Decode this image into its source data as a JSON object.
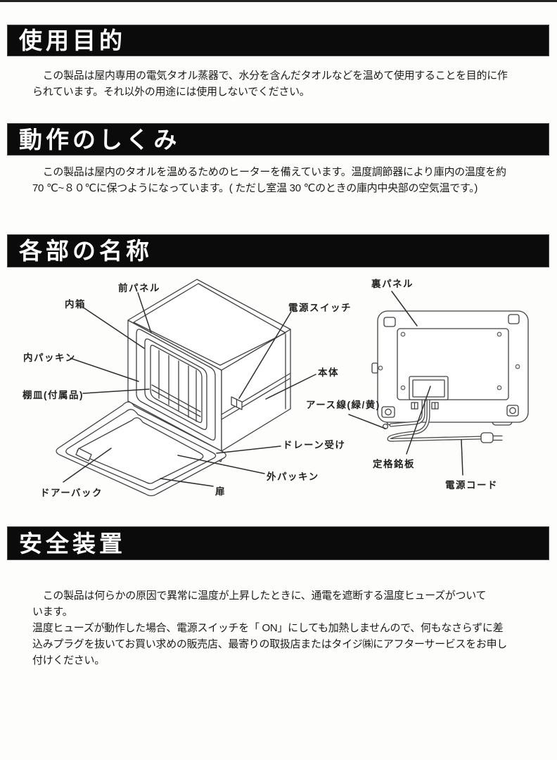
{
  "sections": {
    "purpose": {
      "title": "使用目的",
      "line1": "　この製品は屋内専用の電気タオル蒸器で、水分を含んだタオルなどを温めて使用することを目的に作",
      "line2": "られています。それ以外の用途には使用しないでください。"
    },
    "mechanism": {
      "title": "動作のしくみ",
      "line1": "　この製品は屋内のタオルを温めるためのヒーターを備えています。温度調節器により庫内の温度を約",
      "line2": "70 ℃~８０℃に保つようになっています。( ただし室温 30 ℃のときの庫内中央部の空気温です。)"
    },
    "parts": {
      "title": "各部の名称"
    },
    "safety": {
      "title": "安全装置",
      "line1": "　この製品は何らかの原因で異常に温度が上昇したときに、通電を遮断する温度ヒューズがついて",
      "line2": "います。",
      "line3": "温度ヒューズが動作した場合、電源スイッチを「 ON」にしても加熱しませんので、何もなさらずに差",
      "line4": "込みプラグを抜いてお買い求めの販売店、最寄りの取扱店またはタイジ㈱にアフターサービスをお申し",
      "line5": "付けください。"
    }
  },
  "diagram_labels": {
    "front_panel": "前パネル",
    "inner_box": "内箱",
    "inner_packing": "内パッキン",
    "shelf_plate": "棚皿(付属品)",
    "door_back": "ドアーバック",
    "door": "扉",
    "outer_packing": "外パッキン",
    "drain_tray": "ドレーン受け",
    "power_switch": "電源スイッチ",
    "main_body": "本体",
    "earth_wire": "アース線(緑/黄)",
    "rear_panel": "裏パネル",
    "rating_plate": "定格銘板",
    "power_cord": "電源コード"
  },
  "colors": {
    "banner_bg": "#0b0b0b",
    "banner_text": "#ffffff",
    "line_art": "#414141",
    "page_bg": "#fdfdfc"
  }
}
